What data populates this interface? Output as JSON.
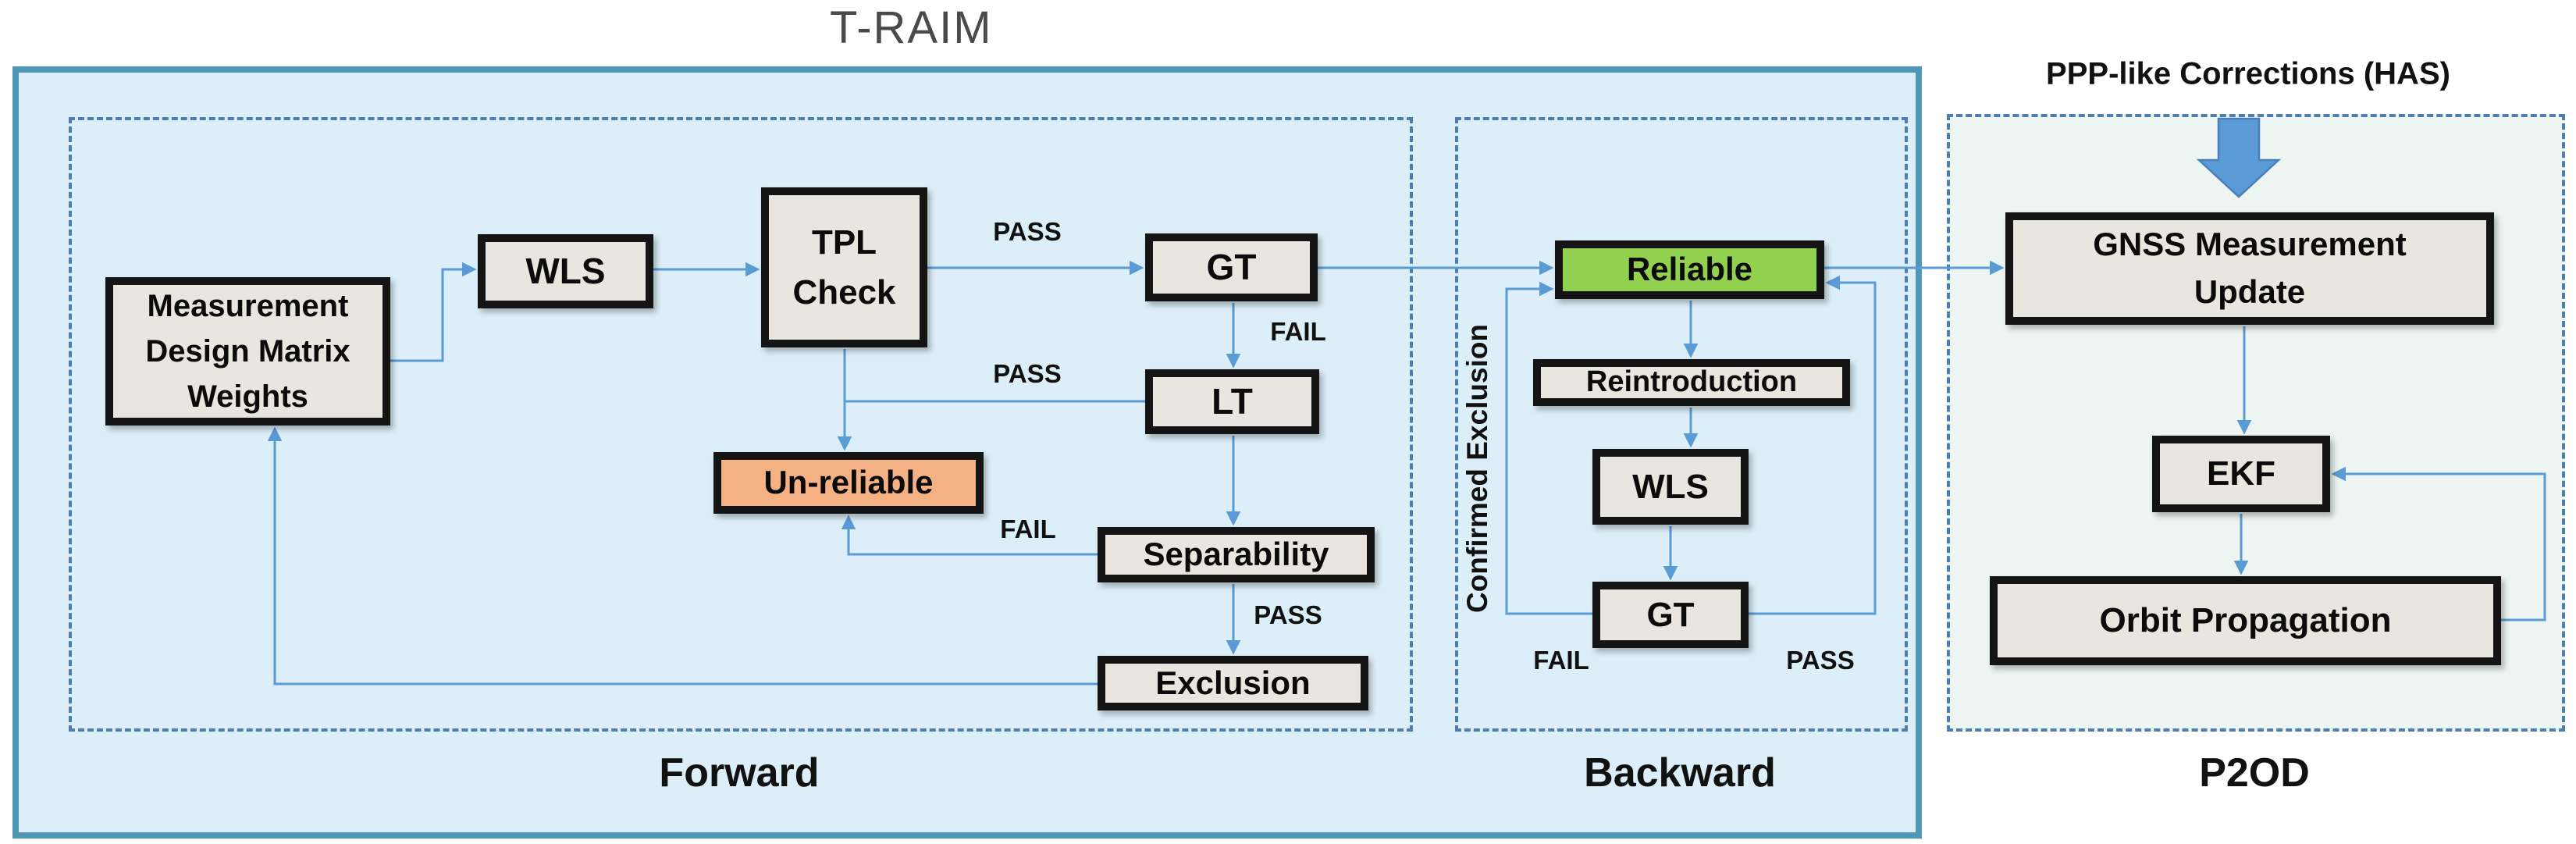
{
  "title": "T-RAIM",
  "sections": {
    "forward": {
      "label": "Forward"
    },
    "backward": {
      "label": "Backward"
    },
    "p2od": {
      "label": "P2OD"
    }
  },
  "annotations": {
    "ppp_corrections": "PPP-like Corrections (HAS)",
    "confirmed_exclusion": "Confirmed Exclusion"
  },
  "nodes": {
    "measurement": "Measurement\nDesign Matrix\nWeights",
    "wls_forward": "WLS",
    "tpl_check": "TPL\nCheck",
    "gt_forward": "GT",
    "lt": "LT",
    "unreliable": "Un-reliable",
    "separability": "Separability",
    "exclusion": "Exclusion",
    "reliable": "Reliable",
    "reintroduction": "Reintroduction",
    "wls_backward": "WLS",
    "gt_backward": "GT",
    "gnss_update": "GNSS Measurement\nUpdate",
    "ekf": "EKF",
    "orbit_propagation": "Orbit Propagation"
  },
  "edge_labels": {
    "tpl_to_gt": "PASS",
    "gt_to_lt": "FAIL",
    "lt_to_unreliable": "PASS",
    "separability_to_unreliable": "FAIL",
    "separability_to_exclusion": "PASS",
    "gt_backward_fail": "FAIL",
    "gt_backward_pass": "PASS"
  },
  "colors": {
    "traim-fill": "#dceef8",
    "frame-color": "#4f97b6",
    "dash-color": "#4f7ead",
    "node-fill": "#e9e6e0",
    "unreliable-fill": "#f4b183",
    "reliable-fill": "#92d050",
    "arrow-color": "#5b9bd5",
    "block-arrow-fill": "#5b9bd5",
    "block-arrow-edge": "#4a7ebb",
    "p2od-fill": "#ecf5f1",
    "title-color": "#4a4a4a"
  }
}
